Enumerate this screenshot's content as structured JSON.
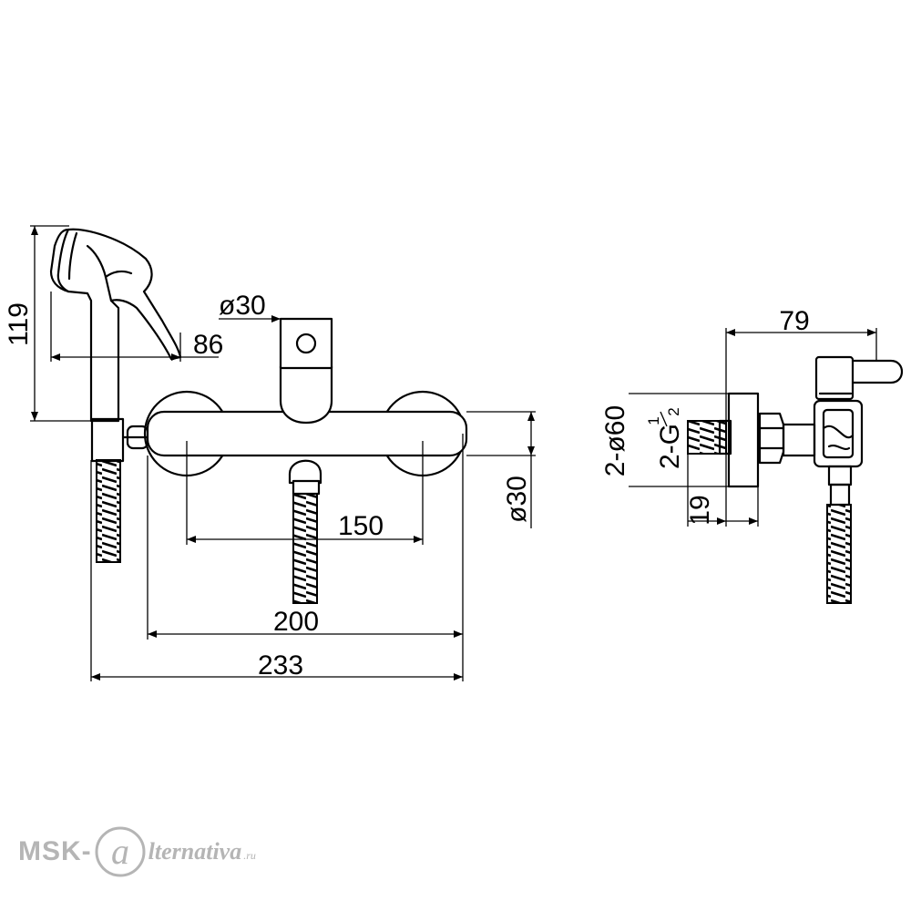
{
  "drawing": {
    "dimensions": {
      "handshower_height": "119",
      "handshower_length": "86",
      "diverter_diameter": "ø30",
      "body_diameter": "ø30",
      "centers": "150",
      "body_width": "200",
      "overall_width": "233",
      "side_depth": "79",
      "flange": "2-ø60",
      "thread_prefix": "2-G",
      "thread_numerator": "1",
      "thread_denominator": "2",
      "eccentric": "19"
    }
  },
  "watermark": {
    "prefix": "MSK-",
    "logo_letter": "a",
    "suffix": "lternativa",
    "domain": ".ru"
  }
}
